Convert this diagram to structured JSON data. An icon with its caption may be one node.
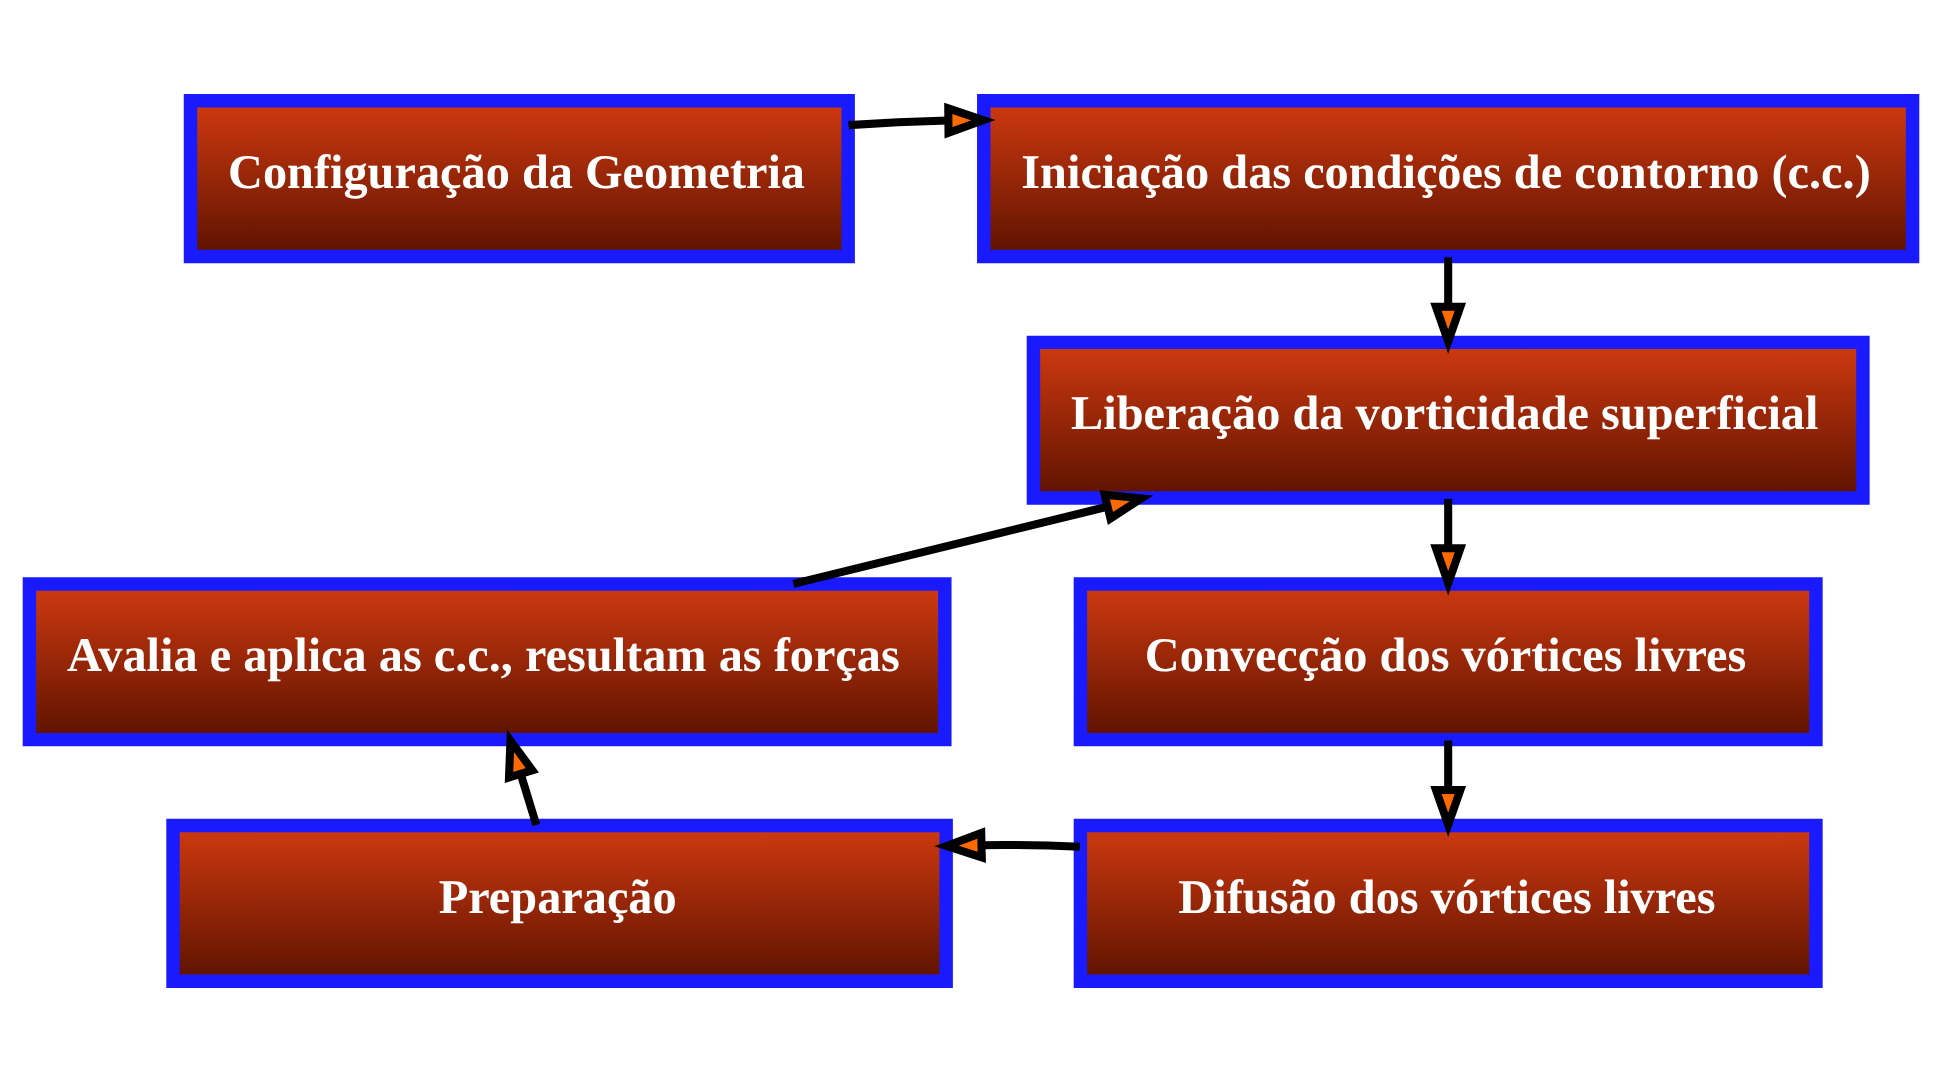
{
  "diagram": {
    "nodes": [
      {
        "text": [
          "Configuração da Geometria"
        ]
      },
      {
        "text": [
          "Iniciação das condições de contorno (c.c.)"
        ]
      },
      {
        "text": [
          "Liberação da vorticidade superficial"
        ]
      },
      {
        "text": [
          "Avalia e aplica as c.c., resultam as forças"
        ]
      },
      {
        "text": [
          "Convecção dos vórtices livres"
        ]
      },
      {
        "text": [
          "Preparação"
        ]
      },
      {
        "text": [
          "Difusão dos vórtices livres"
        ]
      }
    ],
    "edges": [
      {
        "from": 0,
        "to": 1,
        "arrow": "to"
      },
      {
        "from": 1,
        "to": 2,
        "arrow": "to"
      },
      {
        "from": 2,
        "to": 4,
        "arrow": "to"
      },
      {
        "from": 4,
        "to": 6,
        "arrow": "to"
      },
      {
        "from": 6,
        "to": 5,
        "arrow": "to"
      },
      {
        "from": 5,
        "to": 3,
        "arrow": "to"
      },
      {
        "from": 3,
        "to": 2,
        "arrow": "to"
      }
    ]
  }
}
